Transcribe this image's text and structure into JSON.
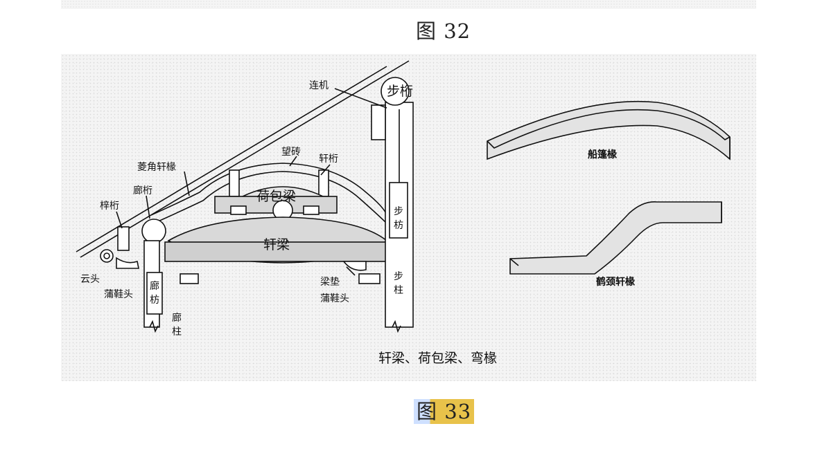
{
  "captions": {
    "fig32": "图 32",
    "fig33": "图 33"
  },
  "colors": {
    "figure_bg": "#f4f4f4",
    "line": "#111111",
    "beam_fill": "#d9d9d9",
    "highlight": "#e8c24a"
  },
  "diagram": {
    "labels": {
      "lianji": "连机",
      "buheng_circle": "步桁",
      "wangzhuan": "望砖",
      "xuanheng": "轩桁",
      "lingjiao": "菱角轩椽",
      "langheng": "廊桁",
      "ziheng": "梓桁",
      "hebaoliang": "荷包梁",
      "xuanliang": "轩梁",
      "bufang_1": "步",
      "bufang_2": "枋",
      "bufang_top": "步",
      "bufang_bottom": "枋",
      "yuntou": "云头",
      "puxietou_left": "蒲鞋头",
      "langfang_1": "廊",
      "langfang_2": "枋",
      "langzhu_1": "廊",
      "langzhu_2": "柱",
      "liangdian": "梁垫",
      "puxietou_right": "蒲鞋头",
      "buzhu_1": "步",
      "buzhu_2": "柱",
      "chuanpeng": "船篷椽",
      "hejing": "鹤颈轩椽",
      "subtitle": "轩梁、荷包梁、弯椽"
    }
  }
}
